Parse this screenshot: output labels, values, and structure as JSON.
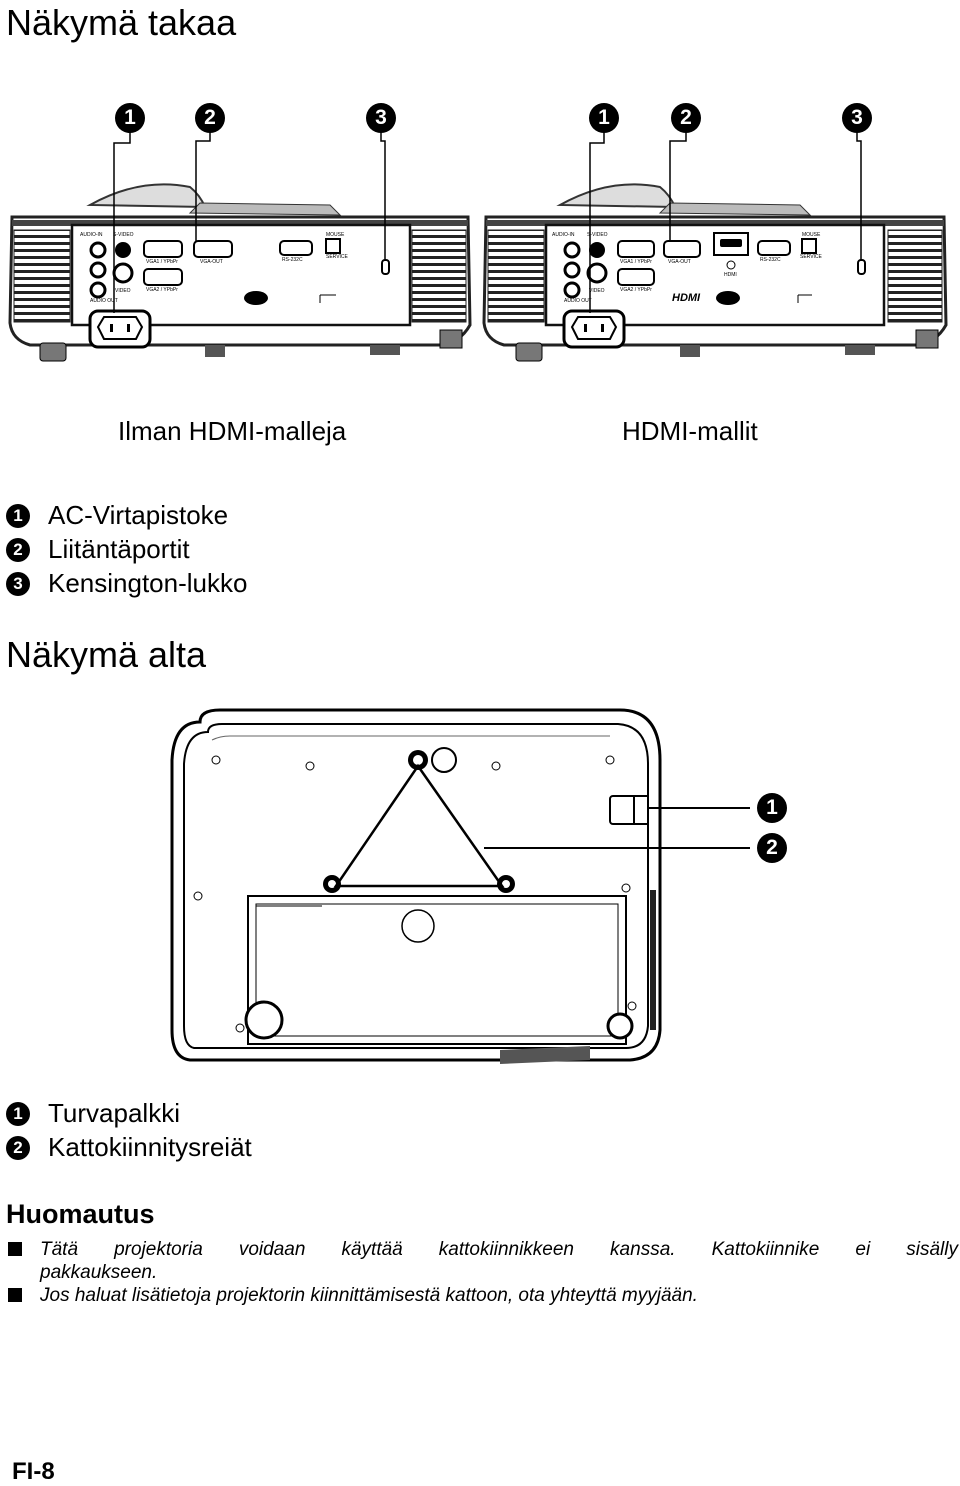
{
  "rear_view": {
    "heading": "Näkymä takaa",
    "callout_numbers": [
      "1",
      "2",
      "3"
    ],
    "models": [
      {
        "caption": "Ilman HDMI-malleja",
        "panel_labels": [
          "AUDIO-IN",
          "S-VIDEO",
          "VGA1 / YPbPr",
          "VGA-OUT",
          "RS-232C",
          "MOUSE",
          "SERVICE",
          "VGA2 / YPbPr",
          "AUDIO OUT",
          "VIDEO"
        ]
      },
      {
        "caption": "HDMI-mallit",
        "panel_labels": [
          "AUDIO-IN",
          "S-VIDEO",
          "VGA1 / YPbPr",
          "VGA-OUT",
          "HDMI",
          "RS-232C",
          "MOUSE",
          "SERVICE",
          "VGA2 / YPbPr",
          "AUDIO OUT",
          "VIDEO"
        ]
      }
    ],
    "legend": [
      {
        "num": "1",
        "text": "AC-Virtapistoke"
      },
      {
        "num": "2",
        "text": "Liitäntäportit"
      },
      {
        "num": "3",
        "text": "Kensington-lukko"
      }
    ]
  },
  "bottom_view": {
    "heading": "Näkymä alta",
    "callout_numbers": [
      "1",
      "2"
    ],
    "legend": [
      {
        "num": "1",
        "text": "Turvapalkki"
      },
      {
        "num": "2",
        "text": "Kattokiinnitysreiät"
      }
    ]
  },
  "note": {
    "title": "Huomautus",
    "items": [
      {
        "line1": "Tätä projektoria voidaan käyttää kattokiinnikkeen kanssa. Kattokiinnike ei sisälly",
        "line2": "pakkaukseen."
      },
      {
        "line1": "Jos haluat lisätietoja projektorin kiinnittämisestä kattoon, ota yhteyttä myyjään."
      }
    ]
  },
  "footer": {
    "page_label": "FI-8"
  }
}
